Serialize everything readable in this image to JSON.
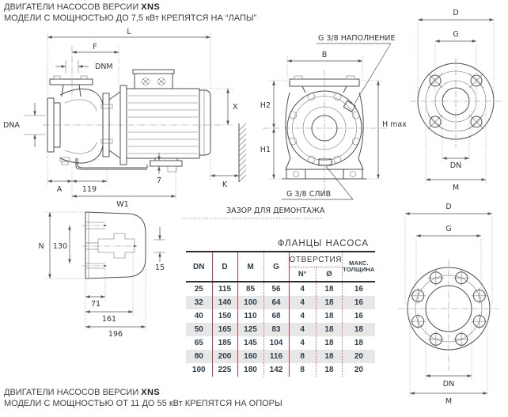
{
  "header": {
    "line1_prefix": "ДВИГАТЕЛИ НАСОСОВ ВЕРСИИ",
    "brand": "XNS",
    "line2": "МОДЕЛИ С МОЩНОСТЬЮ ДО 7,5 кВт КРЕПЯТСЯ НА “ЛАПЫ”"
  },
  "footer": {
    "line1_prefix": "ДВИГАТЕЛИ НАСОСОВ ВЕРСИИ",
    "brand": "XNS",
    "line2": "МОДЕЛИ С МОЩНОСТЬЮ ОТ 11 ДО 55 кВт КРЕПЯТСЯ НА ОПОРЫ"
  },
  "side_view": {
    "labels": {
      "L": "L",
      "F": "F",
      "DNM": "DNM",
      "DNA": "DNA",
      "X": "X",
      "A": "A",
      "d119": "119",
      "W1": "W1",
      "d7": "7",
      "K": "K"
    }
  },
  "front_view": {
    "fill": "G 3/8 НАПОЛНЕНИЕ",
    "drain": "G 3/8 СЛИВ",
    "clearance": "ЗАЗОР ДЛЯ ДЕМОНТАЖА",
    "labels": {
      "B": "B",
      "H2": "H2",
      "H1": "H1",
      "Hmax": "H max"
    }
  },
  "base_view": {
    "labels": {
      "N": "N",
      "d130": "130",
      "d15": "15",
      "d71": "71",
      "d161": "161",
      "d196": "196"
    }
  },
  "flange4": {
    "labels": {
      "D": "D",
      "G": "G",
      "DN": "DN",
      "M": "M"
    }
  },
  "flange8": {
    "labels": {
      "D": "D",
      "G": "G",
      "DN": "DN",
      "M": "M"
    }
  },
  "table": {
    "title": "ФЛАНЦЫ НАСОСА",
    "col_dn": "DN",
    "col_d": "D",
    "col_m": "M",
    "col_g": "G",
    "col_holes": "ОТВЕРСТИЯ",
    "col_holes_n": "N°",
    "col_holes_d": "Ø",
    "col_max_1": "МАКС.",
    "col_max_2": "ТОЛЩИНА",
    "rows": [
      [
        25,
        115,
        85,
        56,
        4,
        18,
        16
      ],
      [
        32,
        140,
        100,
        64,
        4,
        18,
        16
      ],
      [
        40,
        150,
        110,
        68,
        4,
        18,
        16
      ],
      [
        50,
        165,
        125,
        83,
        4,
        18,
        18
      ],
      [
        65,
        185,
        145,
        104,
        4,
        18,
        18
      ],
      [
        80,
        200,
        160,
        116,
        8,
        18,
        20
      ],
      [
        100,
        225,
        180,
        142,
        8,
        18,
        20
      ]
    ]
  },
  "colors": {
    "accent_red": "#c43b54",
    "row_alt": "#e7e7e7",
    "table_text": "#2e3d49",
    "line_dark": "#2f2f2f"
  }
}
